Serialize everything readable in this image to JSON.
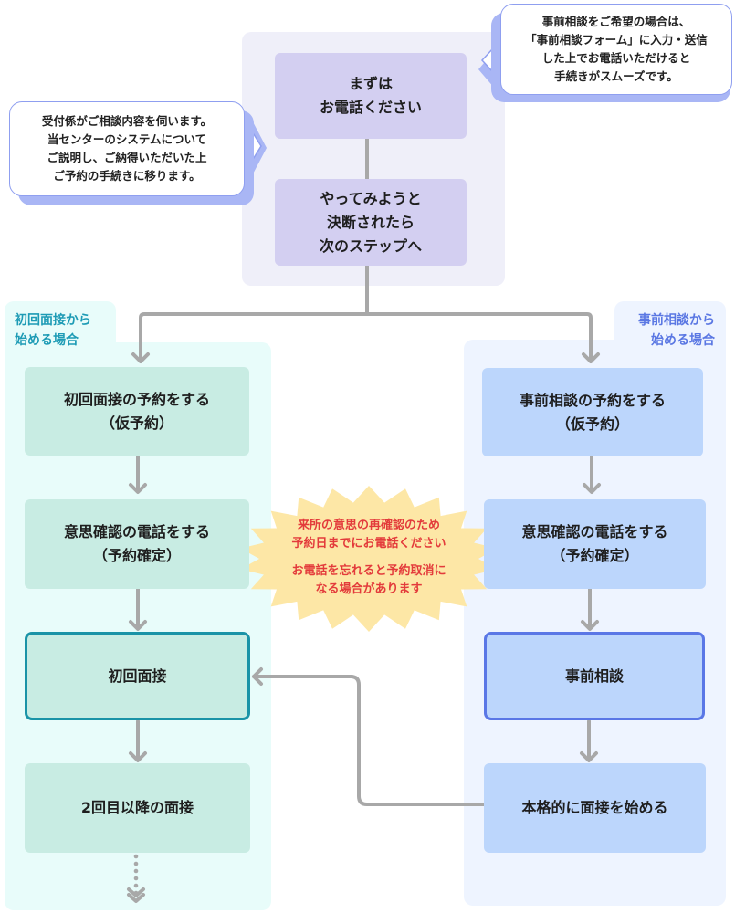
{
  "title": "相談から面接までの流れ",
  "colors": {
    "purple_box": "#d3cff1",
    "green_box": "#c8ece3",
    "blue_box": "#bcd6fc",
    "green_accent": "#1a93a7",
    "blue_accent": "#5a77e6",
    "connector": "#a8a8a8",
    "warning_text": "#e33b3b",
    "burst_fill": "#fde7a6"
  },
  "top": {
    "step1": "まずは\nお電話ください",
    "step2": "やってみようと\n決断されたら\n次のステップへ"
  },
  "bubbles": {
    "right": "事前相談をご希望の場合は、\n「事前相談フォーム」に入力・送信\nした上でお電話いただけると\n手続きがスムーズです。",
    "left": "受付係がご相談内容を伺います。\n当センターのシステムについて\nご説明し、ご納得いただいた上\nご予約の手続きに移ります。"
  },
  "left_path": {
    "label": "初回面接から\n始める場合",
    "steps": [
      "初回面接の予約をする\n（仮予約）",
      "意思確認の電話をする\n（予約確定）",
      "初回面接",
      "2回目以降の面接"
    ]
  },
  "right_path": {
    "label": "事前相談から\n始める場合",
    "steps": [
      "事前相談の予約をする\n（仮予約）",
      "意思確認の電話をする\n（予約確定）",
      "事前相談",
      "本格的に面接を始める"
    ]
  },
  "notice": {
    "line1": "来所の意思の再確認のため\n予約日までにお電話ください",
    "line2": "お電話を忘れると予約取消に\nなる場合があります"
  }
}
